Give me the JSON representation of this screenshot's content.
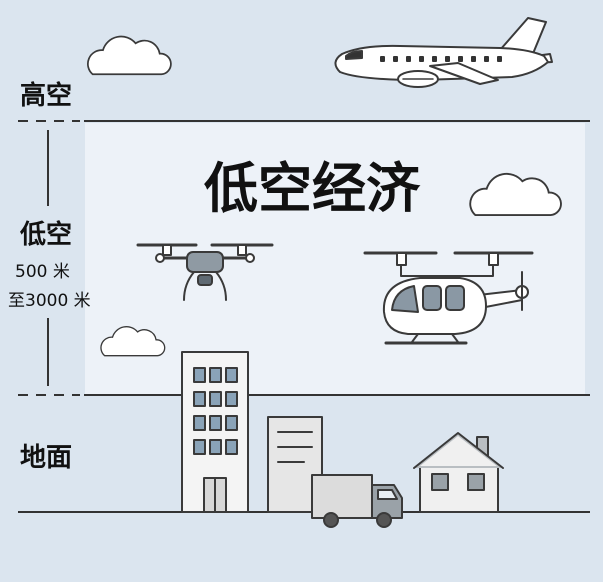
{
  "labels": {
    "high_altitude": "高空",
    "low_altitude": "低空",
    "range_from": "500 米",
    "range_to": "至3000 米",
    "ground": "地面"
  },
  "title": "低空经济",
  "icons": [
    "cloud-icon",
    "airplane-icon",
    "drone-icon",
    "evtol-helicopter-icon",
    "office-building-icon",
    "warehouse-building-icon",
    "delivery-truck-icon",
    "house-icon"
  ]
}
